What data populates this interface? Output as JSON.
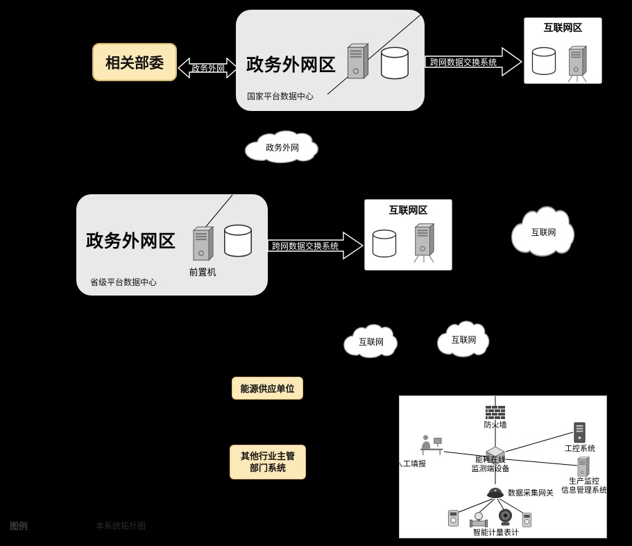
{
  "colors": {
    "background": "#000000",
    "cream_fill": "#FBE9B7",
    "cream_border": "#DCBC62",
    "gray_fill": "#E9E9E9",
    "white_fill": "#FFFFFF",
    "arrow_outline": "#FFFFFF",
    "text_dark": "#111111",
    "text_light": "#FFFFFF"
  },
  "top": {
    "ministries": "相关部委",
    "gov_arrow_label": "政务外网",
    "gov_zone_title": "政务外网区",
    "gov_zone_sublabel": "国家平台数据中心",
    "cross_arrow_label": "跨网数据交换系统",
    "internet_zone_title": "互联网区"
  },
  "mid": {
    "cloud_label": "政务外网",
    "gov_zone_title": "政务外网区",
    "front_machine_label": "前置机",
    "gov_zone_sublabel": "省级平台数据中心",
    "cross_arrow_label": "跨网数据交换系统",
    "internet_zone_title": "互联网区",
    "cloud_internet_label": "互联网"
  },
  "lower": {
    "cloud_internet_1": "互联网",
    "cloud_internet_2": "互联网",
    "energy_supplier": "能源供应单位",
    "other_industry_line1": "其他行业主管",
    "other_industry_line2": "部门系统"
  },
  "panel": {
    "firewall": "防火墙",
    "manual_entry": "人工填报",
    "monitor_line1": "能耗在线",
    "monitor_line2": "监测端设备",
    "industrial_control": "工控系统",
    "production_line1": "生产监控",
    "production_line2": "信息管理系统",
    "gateway": "数据采集网关",
    "meters": "智能计量表计"
  },
  "footer": {
    "legend": "图例",
    "note": "本系统拓扑图"
  }
}
